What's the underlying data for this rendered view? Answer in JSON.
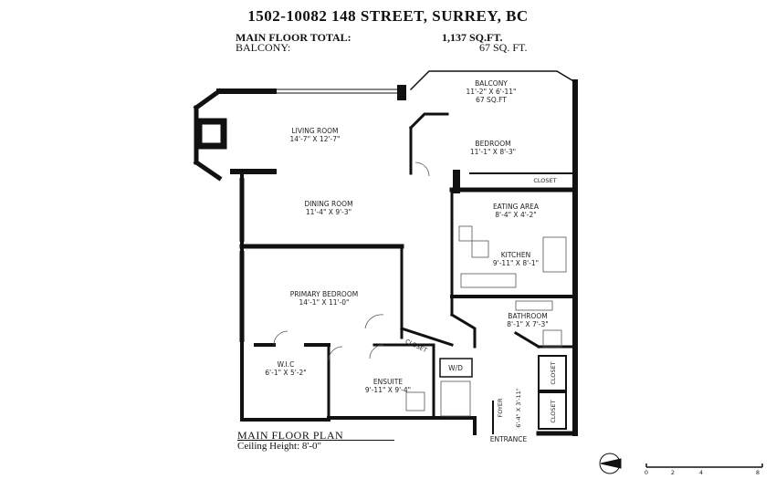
{
  "header": {
    "address": "1502-10082 148 STREET, SURREY, BC",
    "main_floor_label": "MAIN FLOOR TOTAL:",
    "main_floor_value": "1,137 SQ.FT.",
    "balcony_label": "BALCONY:",
    "balcony_value": "67 SQ. FT."
  },
  "rooms": {
    "balcony": {
      "name": "BALCONY",
      "dims": "11'-2\" X 6'-11\"",
      "area": "67 SQ.FT"
    },
    "living_room": {
      "name": "LIVING ROOM",
      "dims": "14'-7\" X 12'-7\""
    },
    "bedroom": {
      "name": "BEDROOM",
      "dims": "11'-1\" X 8'-3\""
    },
    "closet_bedroom": {
      "name": "CLOSET"
    },
    "dining_room": {
      "name": "DINING ROOM",
      "dims": "11'-4\" X 9'-3\""
    },
    "eating_area": {
      "name": "EATING AREA",
      "dims": "8'-4\" X 4'-2\""
    },
    "kitchen": {
      "name": "KITCHEN",
      "dims": "9'-11\" X 8'-1\""
    },
    "primary_bedroom": {
      "name": "PRIMARY BEDROOM",
      "dims": "14'-1\" X 11'-0\""
    },
    "bathroom": {
      "name": "BATHROOM",
      "dims": "8'-1\" X 7'-3\""
    },
    "closet_diag": {
      "name": "CLOSET"
    },
    "wic": {
      "name": "W.I.C",
      "dims": "6'-1\" X 5'-2\""
    },
    "wd": {
      "name": "W/D"
    },
    "ensuite": {
      "name": "ENSUITE",
      "dims": "9'-11\" X 9'-4\""
    },
    "closet_right_1": {
      "name": "CLOSET"
    },
    "closet_right_2": {
      "name": "CLOSET"
    },
    "foyer": {
      "name": "FOYER",
      "dims": "6'-4\" X 3'-11\""
    },
    "entrance": {
      "name": "ENTRANCE"
    }
  },
  "footer": {
    "plan_title": "MAIN FLOOR PLAN",
    "ceiling": "Ceiling Height: 8'-0\""
  },
  "scale": {
    "ticks": [
      "0",
      "2",
      "4",
      "8"
    ]
  }
}
